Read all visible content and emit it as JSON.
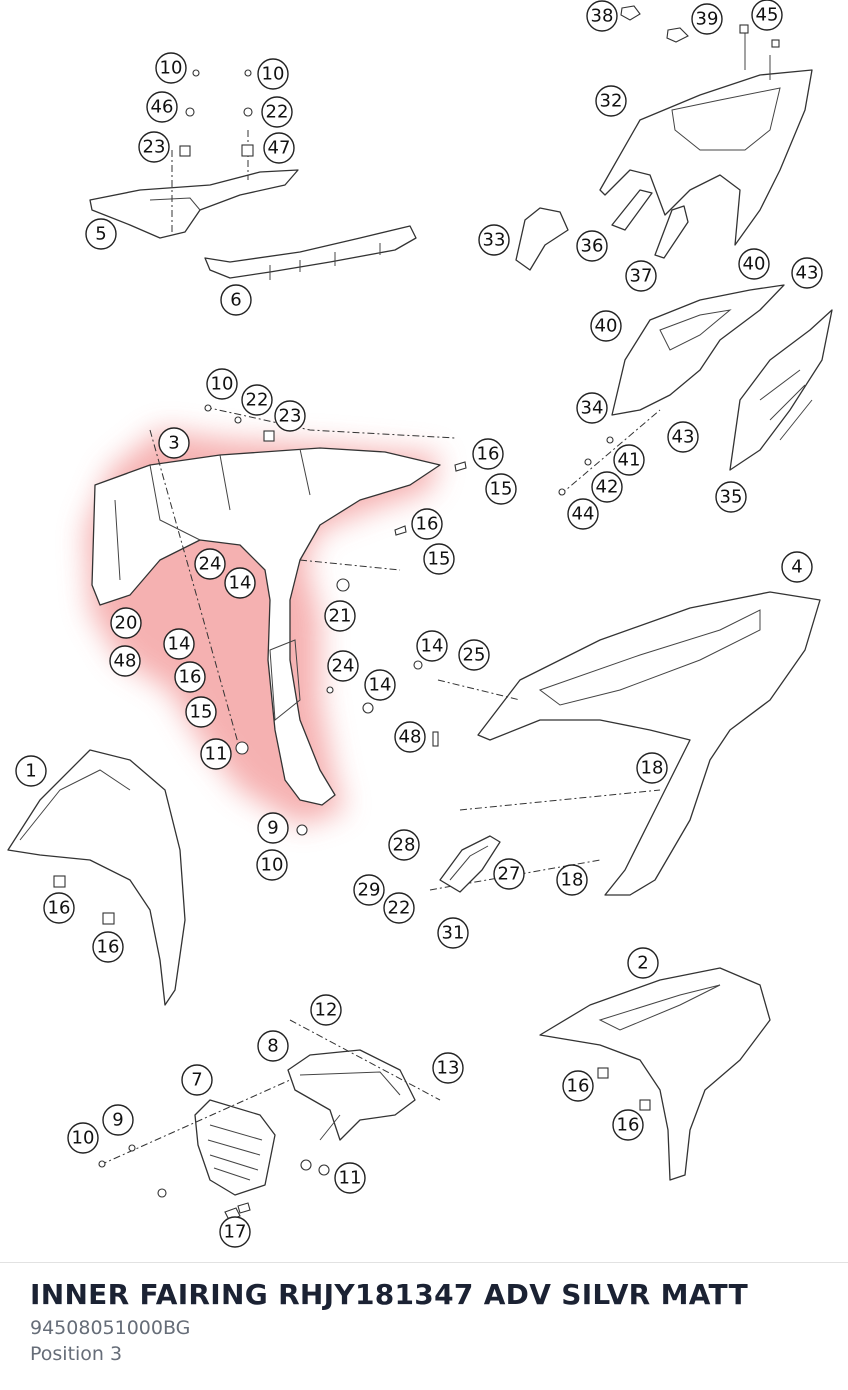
{
  "part": {
    "title": "INNER FAIRING RHJY181347 ADV SILVR MATT",
    "number": "94508051000BG",
    "position": "Position 3"
  },
  "diagram": {
    "highlight_color": "#f4a4a4",
    "highlighted_part": "3",
    "callouts": [
      "38",
      "39",
      "45",
      "10",
      "10",
      "46",
      "22",
      "23",
      "47",
      "32",
      "5",
      "33",
      "36",
      "6",
      "37",
      "40",
      "43",
      "40",
      "10",
      "22",
      "23",
      "3",
      "34",
      "16",
      "43",
      "15",
      "41",
      "16",
      "42",
      "44",
      "15",
      "35",
      "24",
      "14",
      "21",
      "4",
      "20",
      "14",
      "14",
      "25",
      "48",
      "16",
      "24",
      "14",
      "15",
      "48",
      "11",
      "18",
      "1",
      "9",
      "28",
      "27",
      "10",
      "18",
      "29",
      "22",
      "16",
      "31",
      "16",
      "2",
      "12",
      "8",
      "13",
      "7",
      "16",
      "9",
      "10",
      "16",
      "11",
      "17"
    ]
  }
}
